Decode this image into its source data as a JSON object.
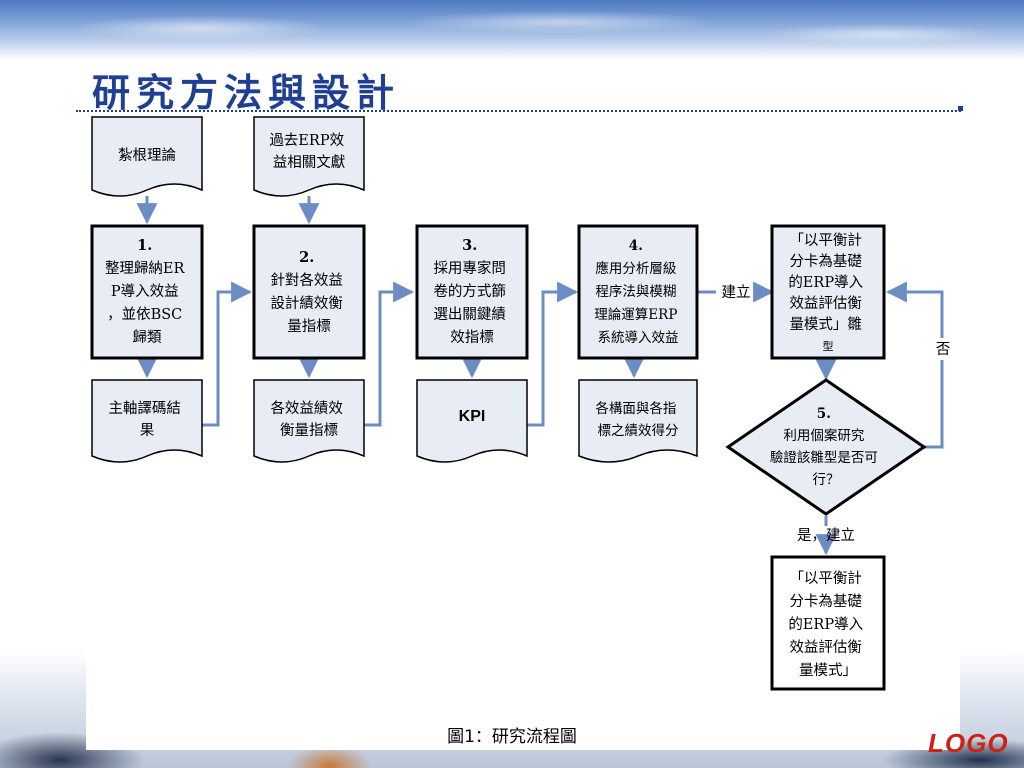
{
  "slide": {
    "title": "研究方法與設計",
    "caption": "圖1：研究流程圖",
    "logo": "LOGO"
  },
  "colors": {
    "title": "#1f3f93",
    "arrow": "#6b8dc4",
    "box_fill": "#e8ecf5",
    "box_border": "#000000",
    "logo": "#d11f12"
  },
  "nodes": {
    "doc_grounded_theory": "紮根理論",
    "doc_past_erp": [
      "過去ERP效",
      "益相關文獻"
    ],
    "step1": [
      "1.",
      "整理歸納ER",
      "P導入效益",
      "，並依BSC",
      "歸類"
    ],
    "step2": [
      "2.",
      "針對各效益",
      "設計績效衡",
      "量指標"
    ],
    "step3": [
      "3.",
      "採用專家問",
      "卷的方式篩",
      "選出關鍵績",
      "效指標"
    ],
    "step4": [
      "4.",
      "應用分析層級",
      "程序法與模糊",
      "理論運算ERP",
      "系統導入效益"
    ],
    "model_box": [
      "「以平衡計",
      "分卡為基礎",
      "的ERP導入",
      "效益評估衡",
      "量模式」雛",
      "型"
    ],
    "out1": [
      "主軸譯碼結",
      "果"
    ],
    "out2": [
      "各效益績效",
      "衡量指標"
    ],
    "out3": "KPI",
    "out4": [
      "各構面與各指",
      "標之績效得分"
    ],
    "step5": [
      "5.",
      "利用個案研究",
      "驗證該雛型是否可",
      "行？"
    ],
    "final_box": [
      "「以平衡計",
      "分卡為基礎",
      "的ERP導入",
      "效益評估衡",
      "量模式」"
    ]
  },
  "edge_labels": {
    "build": "建立",
    "no": "否",
    "yes_build": "是，建立"
  }
}
